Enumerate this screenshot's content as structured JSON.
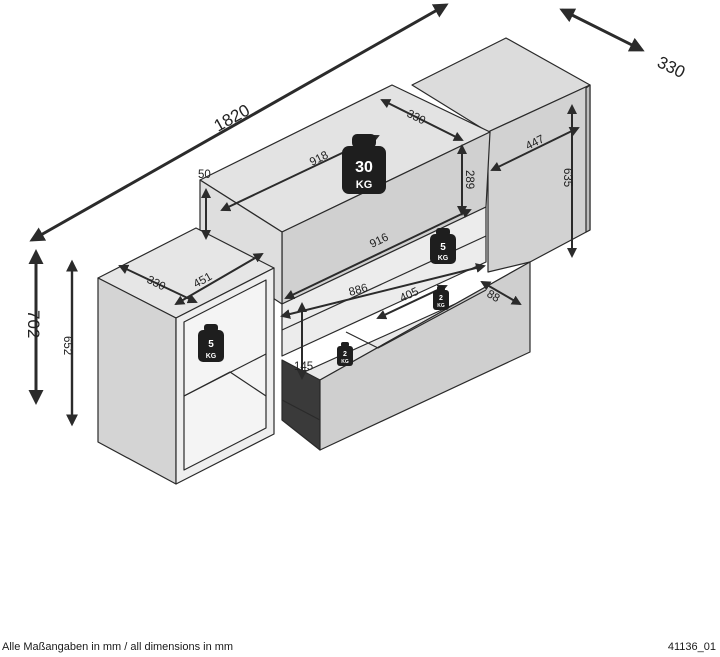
{
  "dimensions": {
    "total_width": "1820",
    "depth_top": "330",
    "total_height": "702",
    "left_height": "652",
    "left_depth": "330",
    "left_inner_width": "451",
    "mid_width": "918",
    "mid_depth": "330",
    "top_gap": "50",
    "mid_inner_width": "916",
    "mid_height": "289",
    "right_width": "447",
    "right_height": "635",
    "drawer_width": "886",
    "drawer_half": "405",
    "drawer_depth": "88",
    "drawer_height": "145"
  },
  "weights": {
    "top": {
      "value": "30",
      "unit": "KG"
    },
    "shelf_right": {
      "value": "5",
      "unit": "KG"
    },
    "shelf_left": {
      "value": "5",
      "unit": "KG"
    },
    "drawer_a": {
      "value": "2",
      "unit": "KG"
    },
    "drawer_b": {
      "value": "2",
      "unit": "KG"
    }
  },
  "footer": {
    "note": "Alle Maßangaben in mm / all dimensions in mm",
    "code": "41136_01"
  },
  "colors": {
    "panel_front": "#d4d4d4",
    "panel_side": "#e6e6e6",
    "panel_top": "#dcdcdc",
    "outline": "#2a2a2a",
    "arrow": "#2b2b2b",
    "weight": "#1e1e1e"
  }
}
